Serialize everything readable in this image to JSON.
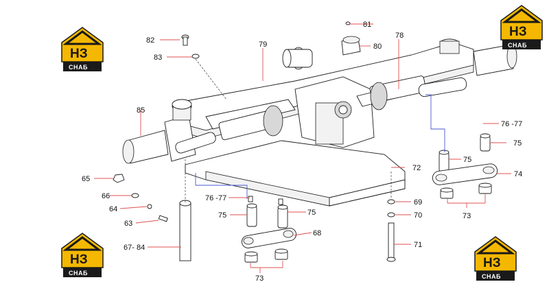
{
  "logo": {
    "mark": "НЗ",
    "caption": "СНАБ",
    "color_yellow": "#f5b800",
    "color_dark": "#1a1a1a"
  },
  "labels": {
    "l82": "82",
    "l83": "83",
    "l79": "79",
    "l81": "81",
    "l80": "80",
    "l78": "78",
    "l85": "85",
    "l65": "65",
    "l66": "66",
    "l64": "64",
    "l63": "63",
    "l6784": "67- 84",
    "l7677a": "76 -77",
    "l75a": "75",
    "l75b": "75",
    "l68": "68",
    "l73a": "73",
    "l72": "72",
    "l69": "69",
    "l70": "70",
    "l71": "71",
    "l7677b": "76 -77",
    "l75c": "75",
    "l75d": "75",
    "l74": "74",
    "l73b": "73"
  },
  "colors": {
    "leader": "#e05050",
    "leader_blue": "#4a5ad0"
  }
}
